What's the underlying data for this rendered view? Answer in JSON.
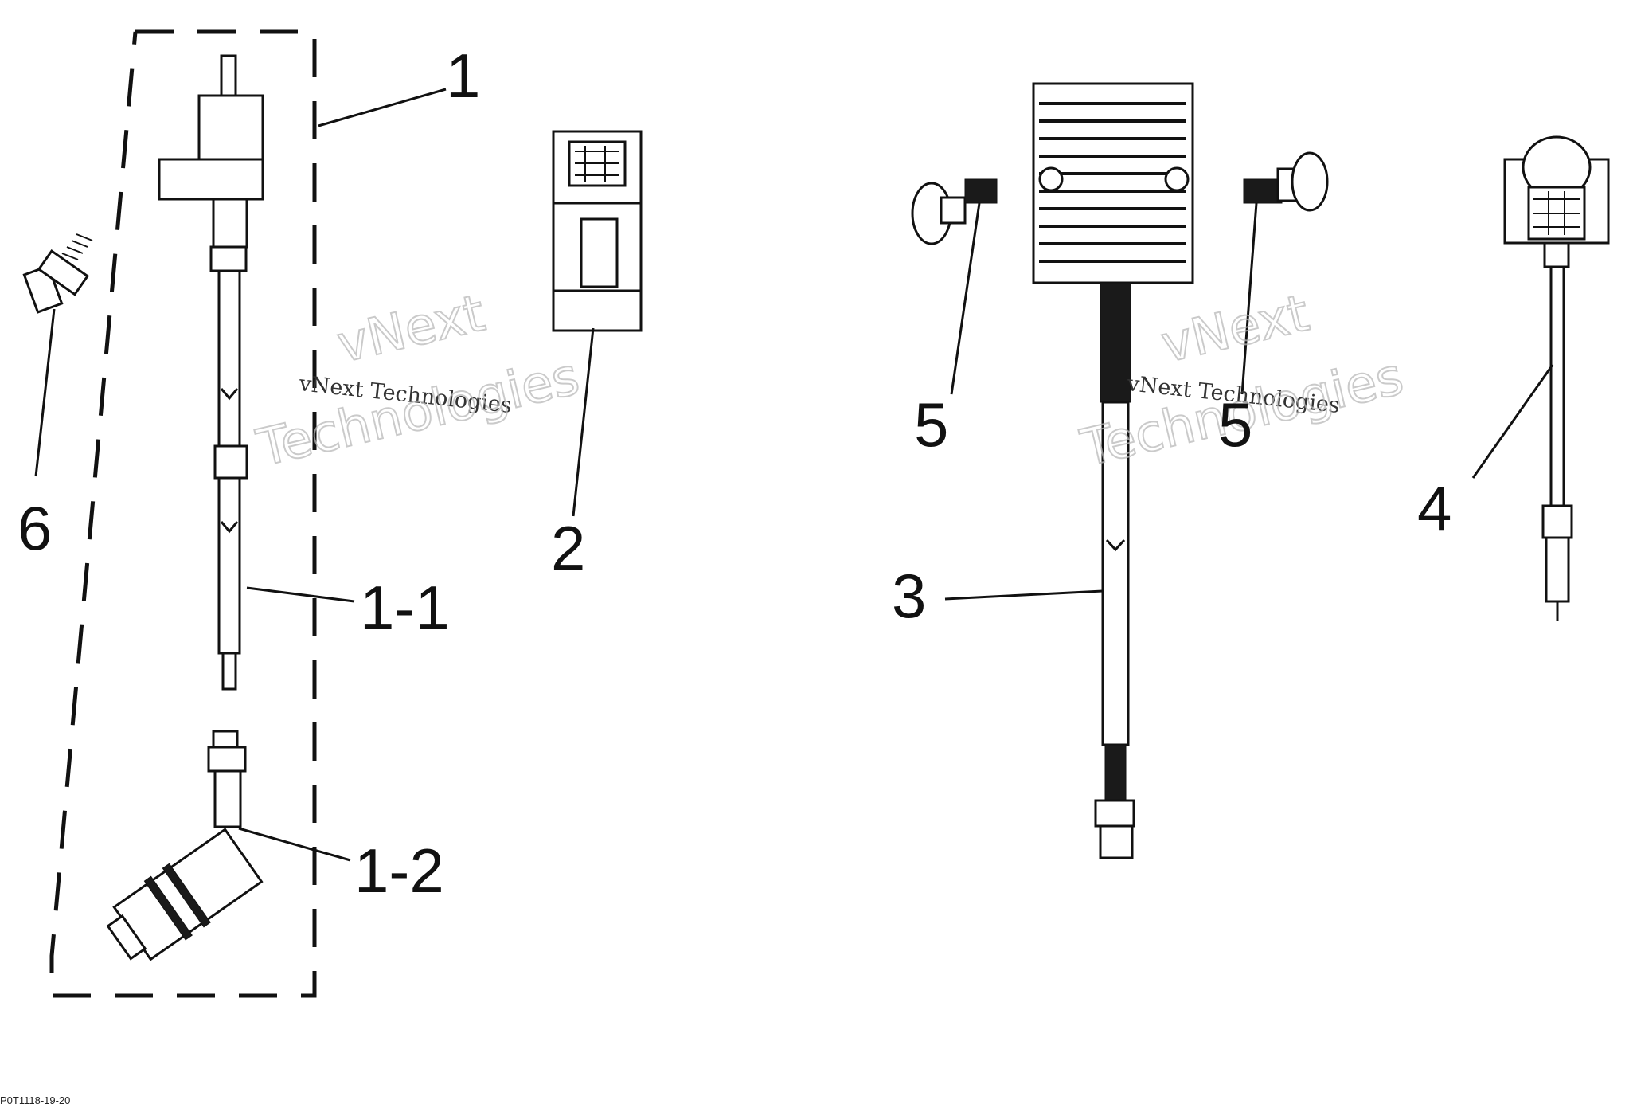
{
  "callouts": {
    "c1": "1",
    "c1_1": "1-1",
    "c1_2": "1-2",
    "c2": "2",
    "c3": "3",
    "c4": "4",
    "c5": "5",
    "c5b": "5",
    "c6": "6"
  },
  "watermark": {
    "small": "vNext Technologies",
    "big_line1": "vNext",
    "big_line2": "Technologies"
  },
  "footer_code": "P0T1118-19-20"
}
